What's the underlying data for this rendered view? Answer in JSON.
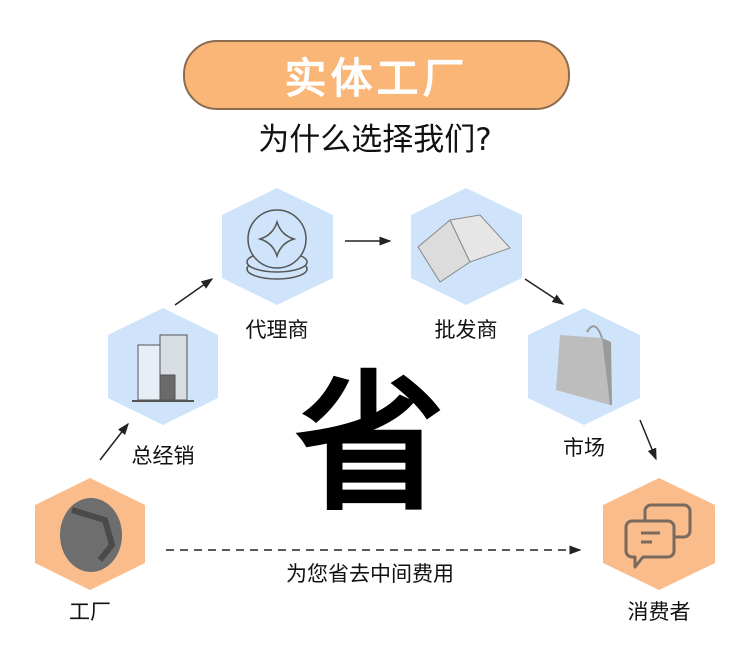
{
  "header": {
    "title": "实体工厂",
    "subtitle": "为什么选择我们?"
  },
  "nodes": [
    {
      "id": "factory",
      "label": "工厂",
      "icon": "gear-hand-icon",
      "color": "#f9bc8a"
    },
    {
      "id": "distributor",
      "label": "总经销",
      "icon": "building-icon",
      "color": "#cfe4fa"
    },
    {
      "id": "agent",
      "label": "代理商",
      "icon": "coin-icon",
      "color": "#cfe4fa"
    },
    {
      "id": "wholesaler",
      "label": "批发商",
      "icon": "book-icon",
      "color": "#cfe4fa"
    },
    {
      "id": "market",
      "label": "市场",
      "icon": "shopping-bag-icon",
      "color": "#cfe4fa"
    },
    {
      "id": "consumer",
      "label": "消费者",
      "icon": "chat-bubbles-icon",
      "color": "#f9bc8a"
    }
  ],
  "center": {
    "big_char": "省",
    "caption": "为您省去中间费用"
  },
  "colors": {
    "accent": "#f9b676",
    "hex_blue": "#cfe4fa",
    "hex_orange": "#f9bc8a"
  }
}
